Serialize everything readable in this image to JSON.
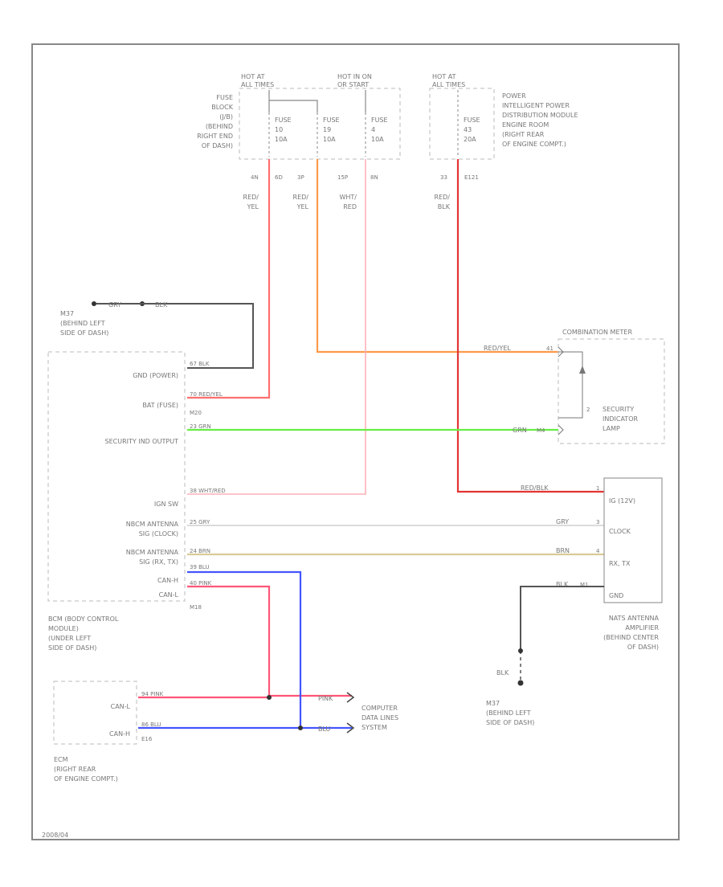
{
  "diagram_id": "2008/04",
  "power": {
    "box1": {
      "line1": "HOT AT",
      "line2": "ALL TIMES"
    },
    "box2": {
      "line1": "HOT IN ON",
      "line2": "OR START"
    },
    "box3": {
      "line1": "HOT AT",
      "line2": "ALL TIMES"
    },
    "fuse_block_label": [
      "FUSE",
      "BLOCK",
      "(J/B)",
      "(BEHIND",
      "RIGHT END",
      "OF DASH)"
    ],
    "ipdm_label": [
      "POWER",
      "INTELLIGENT POWER",
      "DISTRIBUTION MODULE",
      "ENGINE ROOM",
      "(RIGHT REAR",
      "OF ENGINE COMPT.)"
    ],
    "fuses": [
      {
        "name": "FUSE",
        "num": "10",
        "amp": "10A"
      },
      {
        "name": "FUSE",
        "num": "19",
        "amp": "10A"
      },
      {
        "name": "FUSE",
        "num": "4",
        "amp": "10A"
      },
      {
        "name": "FUSE",
        "num": "43",
        "amp": "20A"
      }
    ],
    "pins": [
      "4N",
      "6D",
      "3P",
      "15P",
      "8N",
      "33",
      "E121"
    ],
    "wire_colors": [
      [
        "RED/",
        "YEL"
      ],
      [
        "RED/",
        "YEL"
      ],
      [
        "WHT/",
        "RED"
      ],
      [
        "RED/",
        "BLK"
      ]
    ]
  },
  "ground_top": {
    "wire1": "GRY",
    "wire2": "BLK",
    "label": [
      "M37",
      "(BEHIND LEFT",
      "SIDE OF DASH)"
    ]
  },
  "bcm": {
    "inputs": [
      "GND (POWER)",
      "BAT (FUSE)",
      "SECURITY IND OUTPUT",
      "IGN SW",
      "NBCM ANTENNA",
      "SIG (CLOCK)",
      "NBCM ANTENNA",
      "SIG (RX, TX)",
      "CAN-H",
      "CAN-L"
    ],
    "pin_labels": [
      "67 BLK",
      "70 RED/YEL",
      "M20",
      "23 GRN",
      "38 WHT/RED",
      "25 GRY",
      "24 BRN",
      "39 BLU",
      "40 PINK",
      "M18"
    ],
    "label": [
      "BCM (BODY CONTROL",
      "MODULE)",
      "(UNDER LEFT",
      "SIDE OF DASH)"
    ]
  },
  "meter": {
    "title": "COMBINATION METER",
    "wire1": "RED/YEL",
    "pin1": "41",
    "wire2": "GRN",
    "pin2": "M4",
    "pin3": "2",
    "label": [
      "SECURITY",
      "INDICATOR",
      "LAMP"
    ]
  },
  "natsamp": {
    "wires": [
      "RED/BLK",
      "GRY",
      "BRN",
      "BLK"
    ],
    "pins": [
      "1",
      "3",
      "4",
      "M1"
    ],
    "terms": [
      "IG (12V)",
      "CLOCK",
      "RX, TX",
      "GND"
    ],
    "label": [
      "NATS ANTENNA",
      "AMPLIFIER",
      "(BEHIND CENTER",
      "OF DASH)"
    ]
  },
  "ground_right": {
    "wire": "BLK",
    "label": [
      "M37",
      "(BEHIND LEFT",
      "SIDE OF DASH)"
    ]
  },
  "ecm": {
    "terms": [
      "CAN-L",
      "CAN-H"
    ],
    "pins": [
      "94 PINK",
      "86 BLU",
      "E16"
    ],
    "label": [
      "ECM",
      "(RIGHT REAR",
      "OF ENGINE COMPT.)"
    ]
  },
  "cdl": {
    "wires": [
      "PINK",
      "BLU"
    ],
    "label": [
      "COMPUTER",
      "DATA LINES",
      "SYSTEM"
    ]
  },
  "colors": {
    "red": "#ff6f6f",
    "red_dark": "#e33535",
    "orange": "#ff9a4a",
    "green": "#66ee44",
    "pink_light": "#ffb0b8",
    "gray_wire": "#cfcfcf",
    "tan": "#d8cc96",
    "blue": "#4455ff",
    "pink": "#ff5577",
    "black_wire": "#555555",
    "frame": "#888888"
  }
}
